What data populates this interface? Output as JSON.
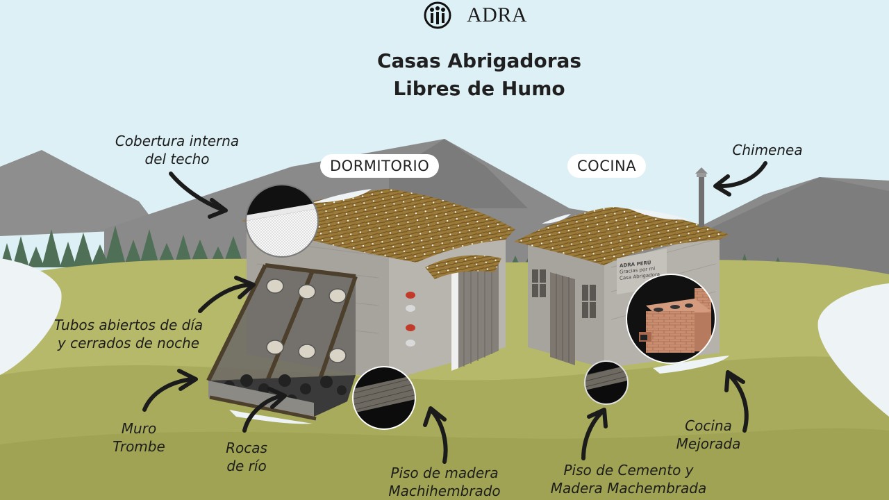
{
  "logo": {
    "text": "ADRA"
  },
  "title": {
    "line1": "Casas Abrigadoras",
    "line2": "Libres de Humo"
  },
  "buildings": {
    "bedroom": "DORMITORIO",
    "kitchen": "COCINA"
  },
  "sign": {
    "line1": "ADRA PERÚ",
    "line2": "Gracias por mi",
    "line3": "Casa Abrigadora"
  },
  "labels": {
    "roof_cover": {
      "line1": "Cobertura interna",
      "line2": "del techo"
    },
    "chimney": {
      "line1": "Chimenea"
    },
    "tubes": {
      "line1": "Tubos abiertos de día",
      "line2": "y cerrados de noche"
    },
    "trombe": {
      "line1": "Muro",
      "line2": "Trombe"
    },
    "rocks": {
      "line1": "Rocas",
      "line2": "de río"
    },
    "wood_floor": {
      "line1": "Piso de madera",
      "line2": "Machihembrado"
    },
    "cement_floor": {
      "line1": "Piso de Cemento y",
      "line2": "Madera Machembrada"
    },
    "stove": {
      "line1": "Cocina",
      "line2": "Mejorada"
    }
  },
  "colors": {
    "sky": "#ddf0f5",
    "mountain": "#8c8c8c",
    "grass": "#b6b969",
    "wall": "#a7a39d",
    "roof": "#9b7a3a",
    "snow": "#eef3f6",
    "adobe": "#c98d70"
  }
}
